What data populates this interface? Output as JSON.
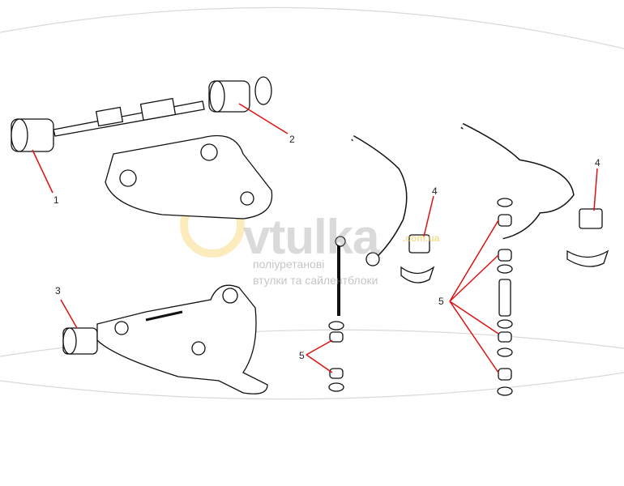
{
  "diagram": {
    "callouts": [
      "1",
      "2",
      "3",
      "4",
      "4",
      "5",
      "5"
    ],
    "watermark": {
      "brand": "vtulka",
      "domain": ".com.ua",
      "line1": "поліуретанові",
      "line2": "втулки та сайлентблоки"
    },
    "colors": {
      "leader": "#e01010",
      "line": "#111111",
      "arc": "#d8d8d8",
      "logo": "#f5c842"
    }
  }
}
